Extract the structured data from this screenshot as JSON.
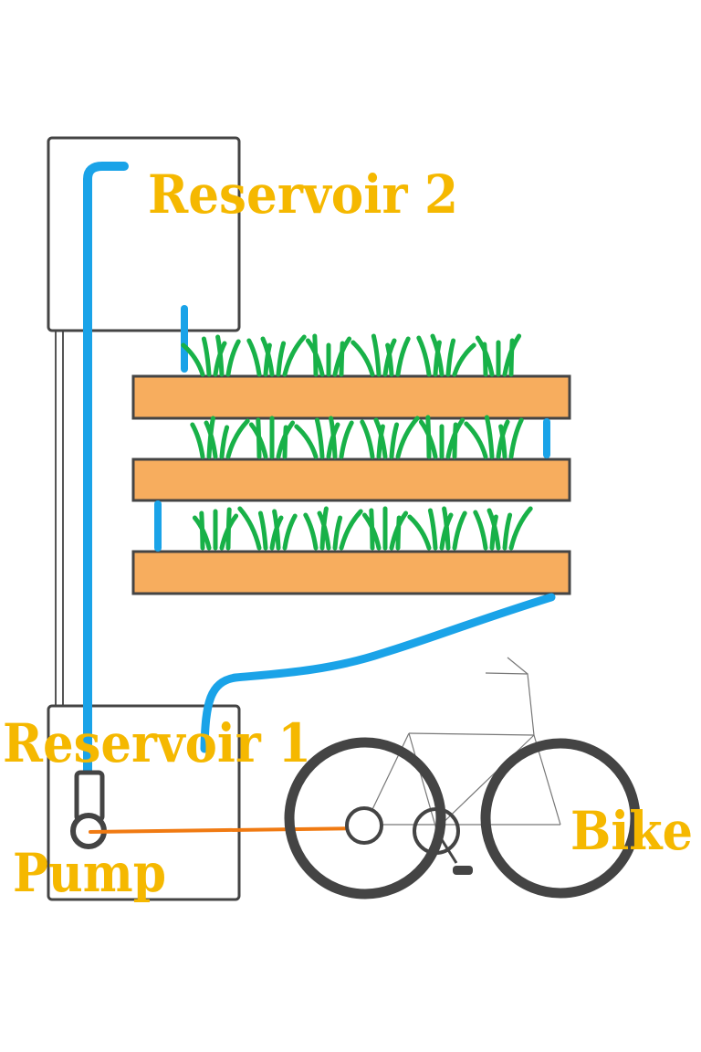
{
  "labels": {
    "reservoir_2": "Reservoir 2",
    "reservoir_1": "Reservoir 1",
    "pump": "Pump",
    "bike": "Bike"
  },
  "colors": {
    "label": "#f5b800",
    "water_pipe": "#1aa3e8",
    "planter": "#f7ad5e",
    "plant": "#18b148",
    "outline": "#444444",
    "belt": "#f07a12"
  },
  "structure": {
    "planter_tiers": 3,
    "plants_per_tier": 6,
    "bike_wheels": 2
  }
}
